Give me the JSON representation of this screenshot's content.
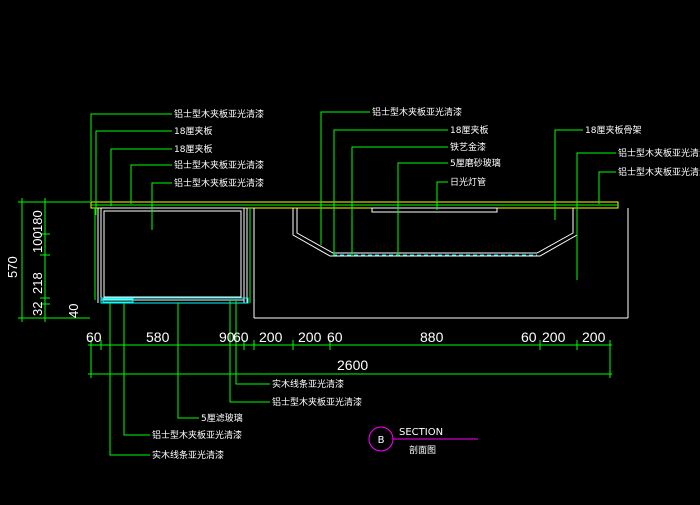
{
  "colors": {
    "background": "#000000",
    "leader": "#00ff00",
    "structure": "#ffffff",
    "cyan": "#00ffff",
    "bubble": "#ff00ff",
    "text": "#ffffff"
  },
  "labels_top_left": [
    "铝士型木夹板亚光清漆",
    "18厘夹板",
    "18厘夹板",
    "铝士型木夹板亚光清漆",
    "铝士型木夹板亚光清漆"
  ],
  "labels_top_mid": [
    "铝士型木夹板亚光清漆",
    "18厘夹板",
    "铁艺金漆",
    "5厘磨砂玻璃",
    "日光灯管"
  ],
  "labels_top_right": [
    "18厘夹板骨架",
    "铝士型木夹板亚光清漆",
    "铝士型木夹板亚光清漆"
  ],
  "labels_bottom": [
    "实木线条亚光清漆",
    "铝士型木夹板亚光清漆",
    "5厘滤玻璃",
    "铝士型木夹板亚光清漆",
    "实木线条亚光清漆"
  ],
  "dimensions_horizontal": [
    "60",
    "580",
    "90",
    "60",
    "200",
    "200",
    "60",
    "880",
    "60",
    "200",
    "200"
  ],
  "dimension_total": "2600",
  "dimensions_vertical": [
    "570",
    "180",
    "100",
    "218",
    "32",
    "40"
  ],
  "section": {
    "bubble_letter": "B",
    "title": "SECTION",
    "subtitle": "剖面图"
  }
}
